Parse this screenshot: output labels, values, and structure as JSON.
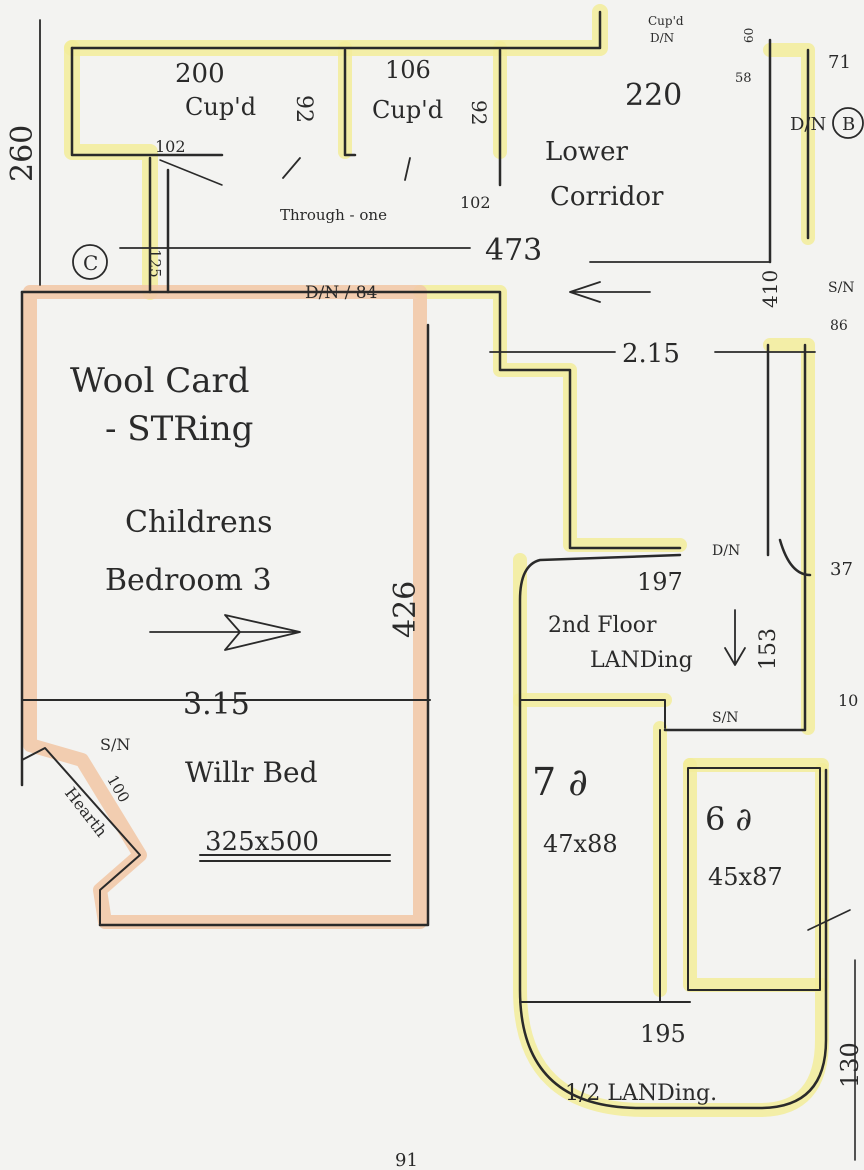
{
  "colors": {
    "ink": "#2a2a2a",
    "highlight_yellow": "#f2ec9a",
    "highlight_peach": "#f2c9a8",
    "paper": "#f3f3f1"
  },
  "labels": {
    "cupd_200": "200",
    "cupd_a": "Cup'd",
    "d92_a": "92",
    "cupd_106": "106",
    "cupd_b": "Cup'd",
    "d92_b": "92",
    "d102_a": "102",
    "d102_b": "102",
    "through": "Through - one",
    "d220": "220",
    "lower": "Lower",
    "corridor": "Corridor",
    "cupd_top": "Cup'd",
    "dn_top": "D/N",
    "d60": "60",
    "d58": "58",
    "d71": "71",
    "dn_b": "D/N",
    "b_mark": "B",
    "c_mark": "C",
    "d260": "260",
    "d125": "125",
    "d473": "473",
    "dn_84": "D/N / 84",
    "d410": "410",
    "sn_r": "S/N",
    "d86": "86",
    "d215": "2.15",
    "wool1": "Wool Card",
    "wool2": "- STRing",
    "children": "Childrens",
    "bedroom": "Bedroom 3",
    "d426": "426",
    "d315": "3.15",
    "sn_l": "S/N",
    "d100": "100",
    "hearth": "Hearth",
    "willr": "Willr Bed",
    "size": "325x500",
    "dn_mid": "D/N",
    "d197": "197",
    "d37": "37",
    "floor2": "2nd Floor",
    "landing": "LANDing",
    "d153": "153",
    "sn_mid": "S/N",
    "d10": "10",
    "r7": "7 ∂",
    "r7size": "47x88",
    "r6": "6 ∂",
    "r6size": "45x87",
    "d195": "195",
    "half": "1/2 LANDing.",
    "d130": "130",
    "d91": "91"
  }
}
